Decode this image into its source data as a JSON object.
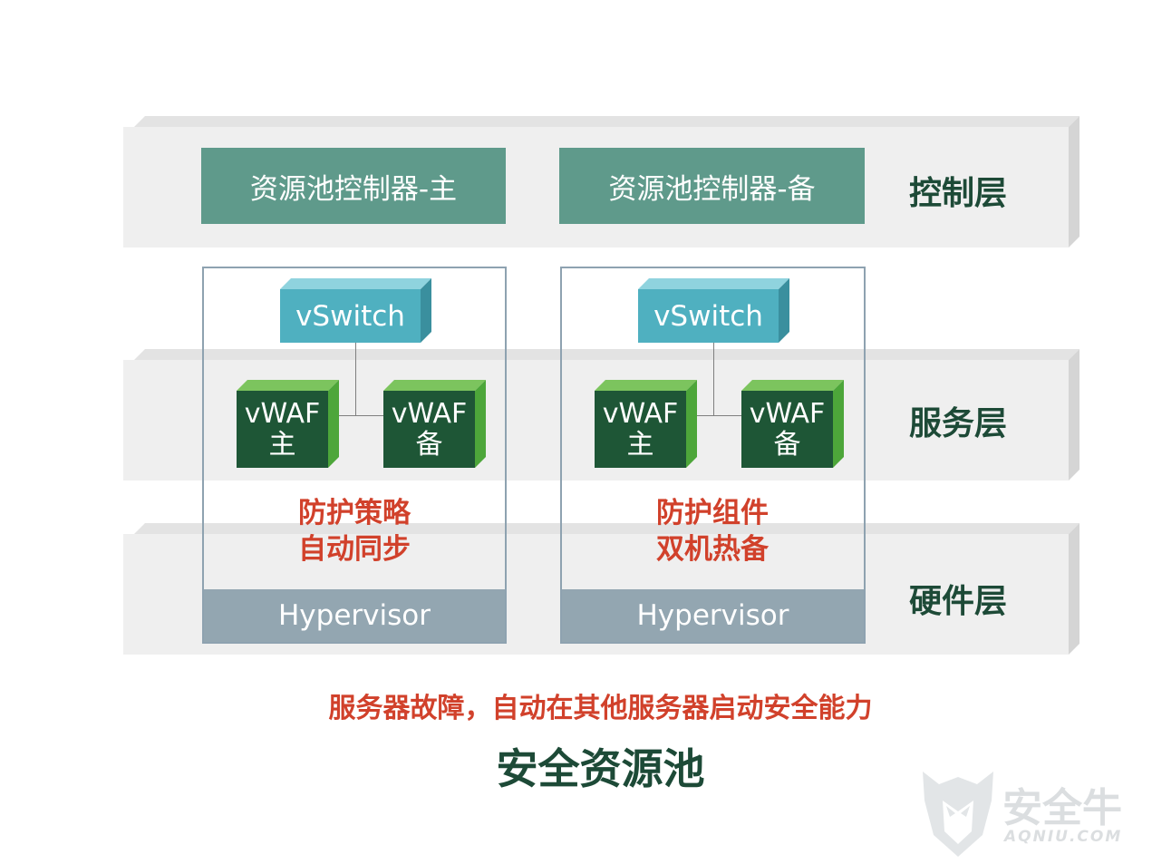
{
  "layers": {
    "control": "控制层",
    "service": "服务层",
    "hardware": "硬件层"
  },
  "controllers": {
    "primary": "资源池控制器-主",
    "backup": "资源池控制器-备"
  },
  "servers": [
    {
      "vswitch": "vSwitch",
      "vwaf_primary": {
        "name": "vWAF",
        "role": "主"
      },
      "vwaf_backup": {
        "name": "vWAF",
        "role": "备"
      },
      "note_line1": "防护策略",
      "note_line2": "自动同步",
      "hypervisor": "Hypervisor"
    },
    {
      "vswitch": "vSwitch",
      "vwaf_primary": {
        "name": "vWAF",
        "role": "主"
      },
      "vwaf_backup": {
        "name": "vWAF",
        "role": "备"
      },
      "note_line1": "防护组件",
      "note_line2": "双机热备",
      "hypervisor": "Hypervisor"
    }
  ],
  "footer": {
    "caption": "服务器故障，自动在其他服务器启动安全能力",
    "title": "安全资源池"
  },
  "watermark": {
    "brand": "安全牛",
    "domain": "AQNIU.COM"
  },
  "colors": {
    "controller_fill": "#5f9a8b",
    "vswitch_fill": "#4fb0c0",
    "vwaf_fill": "#1e5636",
    "vwaf_edge": "#4da63a",
    "hypervisor_fill": "#93a6b1",
    "accent_red": "#d1412b",
    "label_green": "#1d4a37"
  }
}
